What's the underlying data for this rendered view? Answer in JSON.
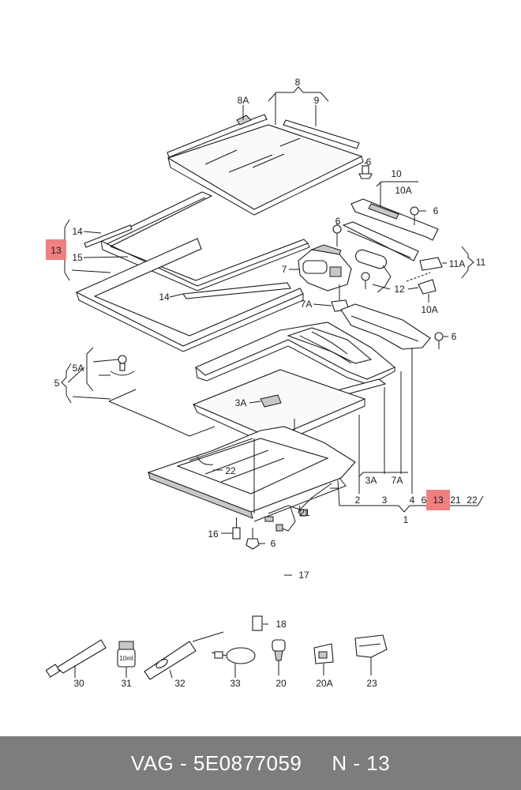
{
  "callouts": {
    "c8": "8",
    "c8a": "8A",
    "c9": "9",
    "c6a": "6",
    "c10": "10",
    "c10a": "10A",
    "c6b": "6",
    "c6c": "6",
    "c13a": "13",
    "c14a": "14",
    "c15": "15",
    "c7": "7",
    "c11a": "11A",
    "c11": "11",
    "c12": "12",
    "c10a2": "10A",
    "c14b": "14",
    "c7a": "7A",
    "c6d": "6",
    "c5a": "5A",
    "c5": "5",
    "c3a": "3A",
    "c22": "22",
    "c3a2": "3A",
    "c7a2": "7A",
    "c2": "2",
    "c3": "3",
    "c4": "4",
    "c6e": "6",
    "c13b": "13",
    "c21b": "21",
    "c22b": "22",
    "c1": "1",
    "c21": "21",
    "c16": "16",
    "c6f": "6",
    "c17": "17",
    "c18": "18",
    "c30": "30",
    "c31": "31",
    "c32": "32",
    "c33": "33",
    "c20": "20",
    "c20a": "20A",
    "c23": "23",
    "bottle_label": "10ml"
  },
  "highlight_color": "#f08080",
  "footer": {
    "brand": "VAG - 5E0877059",
    "page": "N - 13"
  }
}
